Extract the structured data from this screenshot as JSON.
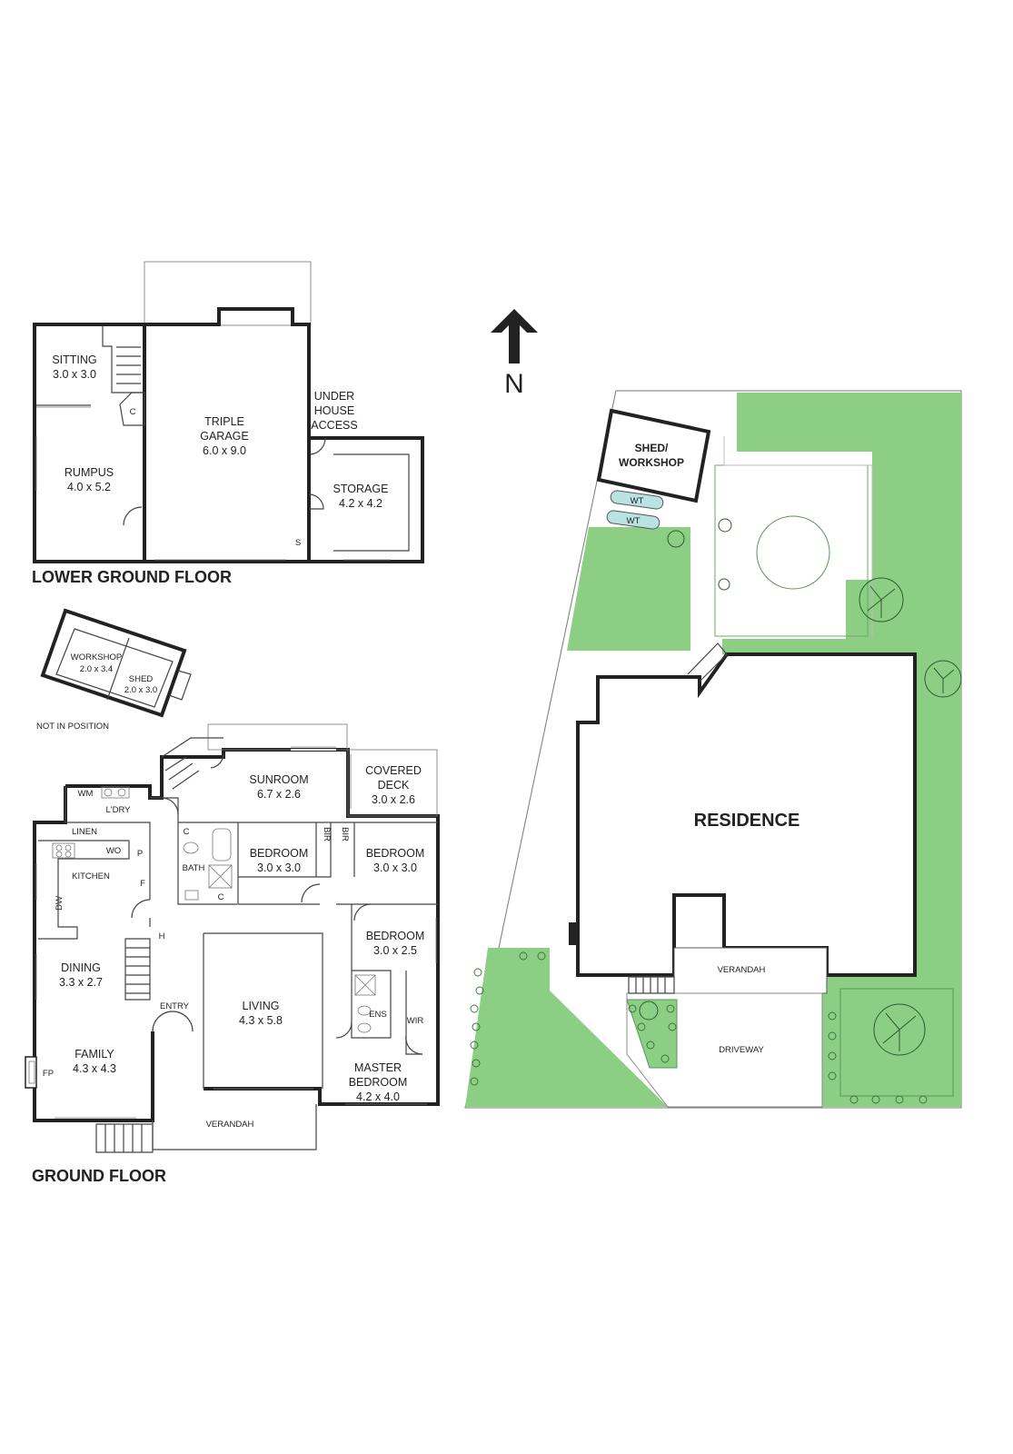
{
  "compass": {
    "label": "N"
  },
  "lower_ground": {
    "title": "LOWER GROUND FLOOR",
    "rooms": [
      {
        "id": "sitting",
        "name": "SITTING",
        "size": "3.0 x 3.0"
      },
      {
        "id": "rumpus",
        "name": "RUMPUS",
        "size": "4.0 x 5.2"
      },
      {
        "id": "garage",
        "name": "TRIPLE",
        "name2": "GARAGE",
        "size": "6.0 x 9.0"
      },
      {
        "id": "storage",
        "name": "STORAGE",
        "size": "4.2 x 4.2"
      }
    ],
    "under_house": [
      "UNDER",
      "HOUSE",
      "ACCESS"
    ],
    "cupboard": "C",
    "s": "S"
  },
  "outbuilding": {
    "workshop": {
      "name": "WORKSHOP",
      "size": "2.0 x 3.4"
    },
    "shed": {
      "name": "SHED",
      "size": "2.0 x 3.0"
    },
    "note": "NOT IN POSITION"
  },
  "ground": {
    "title": "GROUND FLOOR",
    "rooms": [
      {
        "id": "sunroom",
        "name": "SUNROOM",
        "size": "6.7 x 2.6"
      },
      {
        "id": "deck",
        "name": "COVERED",
        "name2": "DECK",
        "size": "3.0 x 2.6"
      },
      {
        "id": "bed1",
        "name": "BEDROOM",
        "size": "3.0 x 3.0"
      },
      {
        "id": "bed2",
        "name": "BEDROOM",
        "size": "3.0 x 3.0"
      },
      {
        "id": "bed3",
        "name": "BEDROOM",
        "size": "3.0 x 2.5"
      },
      {
        "id": "dining",
        "name": "DINING",
        "size": "3.3 x 2.7"
      },
      {
        "id": "living",
        "name": "LIVING",
        "size": "4.3 x 5.8"
      },
      {
        "id": "family",
        "name": "FAMILY",
        "size": "4.3 x 4.3"
      },
      {
        "id": "master",
        "name": "MASTER",
        "name2": "BEDROOM",
        "size": "4.2 x 4.0"
      }
    ],
    "small": {
      "wm": "WM",
      "ldry": "L'DRY",
      "linen": "LINEN",
      "wo": "WO",
      "p": "P",
      "kitchen": "KITCHEN",
      "f": "F",
      "dw": "DW",
      "bath": "BATH",
      "c": "C",
      "bir": "BIR",
      "h": "H",
      "entry": "ENTRY",
      "ens": "ENS",
      "wir": "WIR",
      "fp": "FP",
      "verandah": "VERANDAH"
    }
  },
  "site": {
    "shed": [
      "SHED/",
      "WORKSHOP"
    ],
    "wt": "WT",
    "residence": "RESIDENCE",
    "verandah": "VERANDAH",
    "driveway": "DRIVEWAY"
  }
}
